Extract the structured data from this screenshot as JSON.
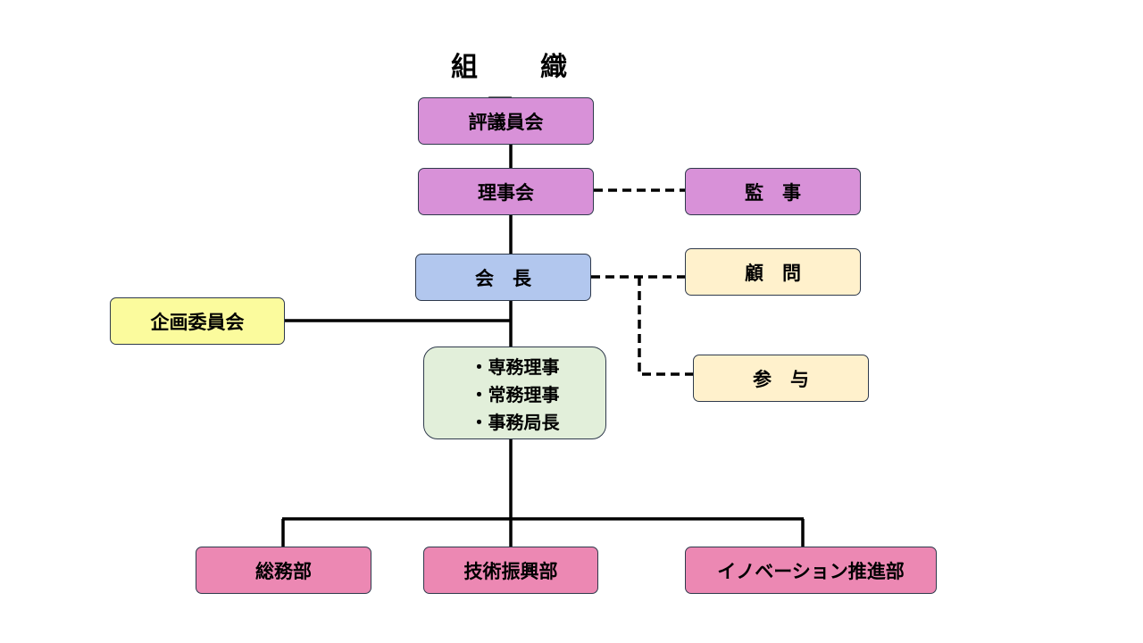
{
  "title": "組　織　図",
  "nodes": {
    "council": "評議員会",
    "board": "理事会",
    "auditor": "監　事",
    "president": "会　長",
    "advisor": "顧　問",
    "counsel": "参　与",
    "planning_committee": "企画委員会",
    "secretariat": [
      "・専務理事",
      "・常務理事",
      "・事務局長"
    ],
    "departments": {
      "general_affairs": "総務部",
      "tech_promotion": "技術振興部",
      "innovation": "イノベーション推進部"
    }
  },
  "colors": {
    "governance": "#d891d8",
    "president": "#b2c7ee",
    "advisory": "#fff1cc",
    "committee": "#fbfb9d",
    "secretariat": "#e2efda",
    "departments": "#ec88b3",
    "connector": "#000000",
    "box_border": "#2f3a4c"
  }
}
